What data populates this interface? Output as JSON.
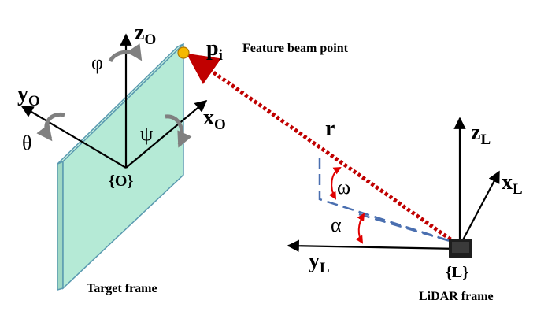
{
  "labels": {
    "z_o": "z",
    "z_o_sub": "O",
    "x_o": "x",
    "x_o_sub": "O",
    "y_o": "y",
    "y_o_sub": "O",
    "phi": "φ",
    "theta": "θ",
    "psi": "ψ",
    "origin_o": "{O}",
    "p_i": "p",
    "p_i_sub": "i",
    "feature_beam_point": "Feature beam point",
    "r": "r",
    "omega": "ω",
    "alpha": "α",
    "z_l": "z",
    "z_l_sub": "L",
    "x_l": "x",
    "x_l_sub": "L",
    "y_l": "y",
    "y_l_sub": "L",
    "origin_l": "{L}",
    "target_frame": "Target frame",
    "lidar_frame": "LiDAR frame"
  },
  "colors": {
    "plane_face": "#b5ead6",
    "plane_edge": "#5a9ab0",
    "beam": "#c00000",
    "dashed_projection": "#4a6fb0",
    "angle_arc": "#e00000",
    "rotation_arrow": "#808080",
    "point_fill": "#f5b800",
    "sensor": "#1e1e1e",
    "axis": "#000000"
  },
  "icons": {
    "rotation": "curved-arrow-icon",
    "point": "feature-point-icon",
    "sensor": "lidar-sensor-icon"
  }
}
